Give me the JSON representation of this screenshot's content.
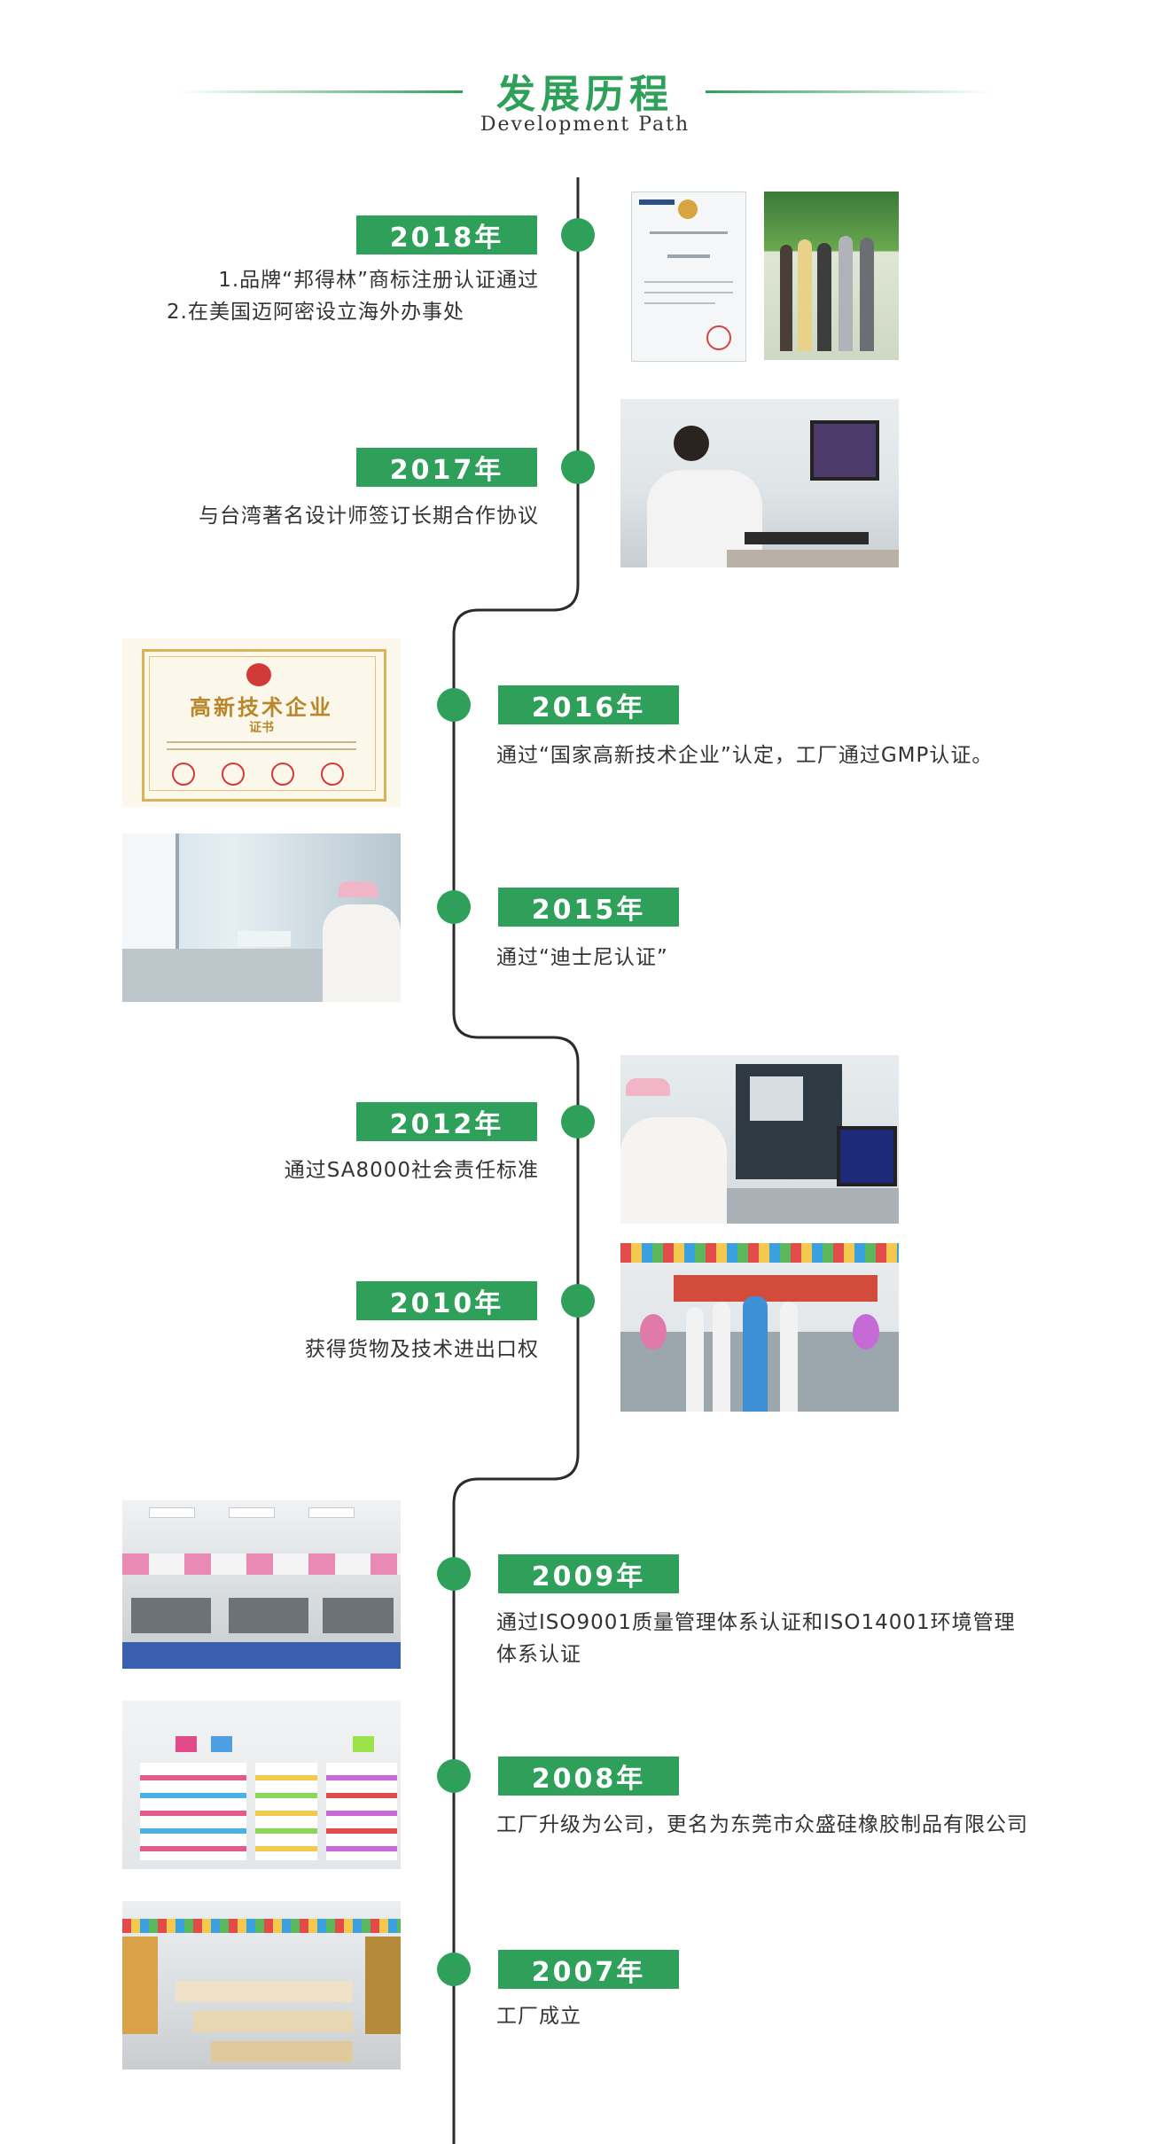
{
  "header": {
    "title_cn": "发展历程",
    "title_en": "Development Path"
  },
  "colors": {
    "accent": "#2ea05a",
    "line": "#2b2b2b",
    "text": "#333333"
  },
  "timeline": [
    {
      "year": "2018年",
      "lines": [
        "1.品牌“邦得林”商标注册认证通过",
        "2.在美国迈阿密设立海外办事处"
      ]
    },
    {
      "year": "2017年",
      "lines": [
        "与台湾著名设计师签订长期合作协议"
      ]
    },
    {
      "year": "2016年",
      "lines": [
        "通过“国家高新技术企业”认定，工厂通过GMP认证。"
      ],
      "certificate": {
        "title": "高新技术企业",
        "subtitle": "证书"
      }
    },
    {
      "year": "2015年",
      "lines": [
        "通过“迪士尼认证”"
      ]
    },
    {
      "year": "2012年",
      "lines": [
        "通过SA8000社会责任标准"
      ]
    },
    {
      "year": "2010年",
      "lines": [
        "获得货物及技术进出口权"
      ]
    },
    {
      "year": "2009年",
      "lines": [
        "通过ISO9001质量管理体系认证和ISO14001环境管理",
        "体系认证"
      ]
    },
    {
      "year": "2008年",
      "lines": [
        "工厂升级为公司，更名为东莞市众盛硅橡胶制品有限公司"
      ]
    },
    {
      "year": "2007年",
      "lines": [
        "工厂成立"
      ]
    }
  ]
}
